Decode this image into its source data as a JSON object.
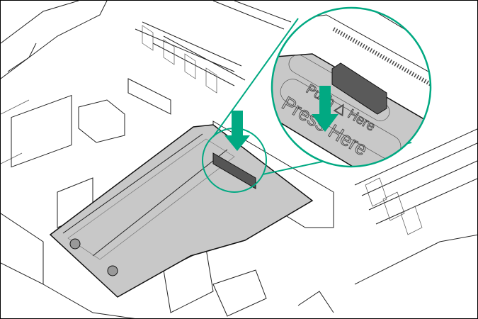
{
  "figure": {
    "callout_labels": {
      "push_here": "Push △ Here",
      "press_here": "Press Here"
    },
    "icons": [
      "down-arrow-icon",
      "magnifier-callout"
    ],
    "colors": {
      "accent": "#01a982",
      "board": "#c8c8c8",
      "connector": "#5a5a5a",
      "line": "#222222"
    }
  }
}
